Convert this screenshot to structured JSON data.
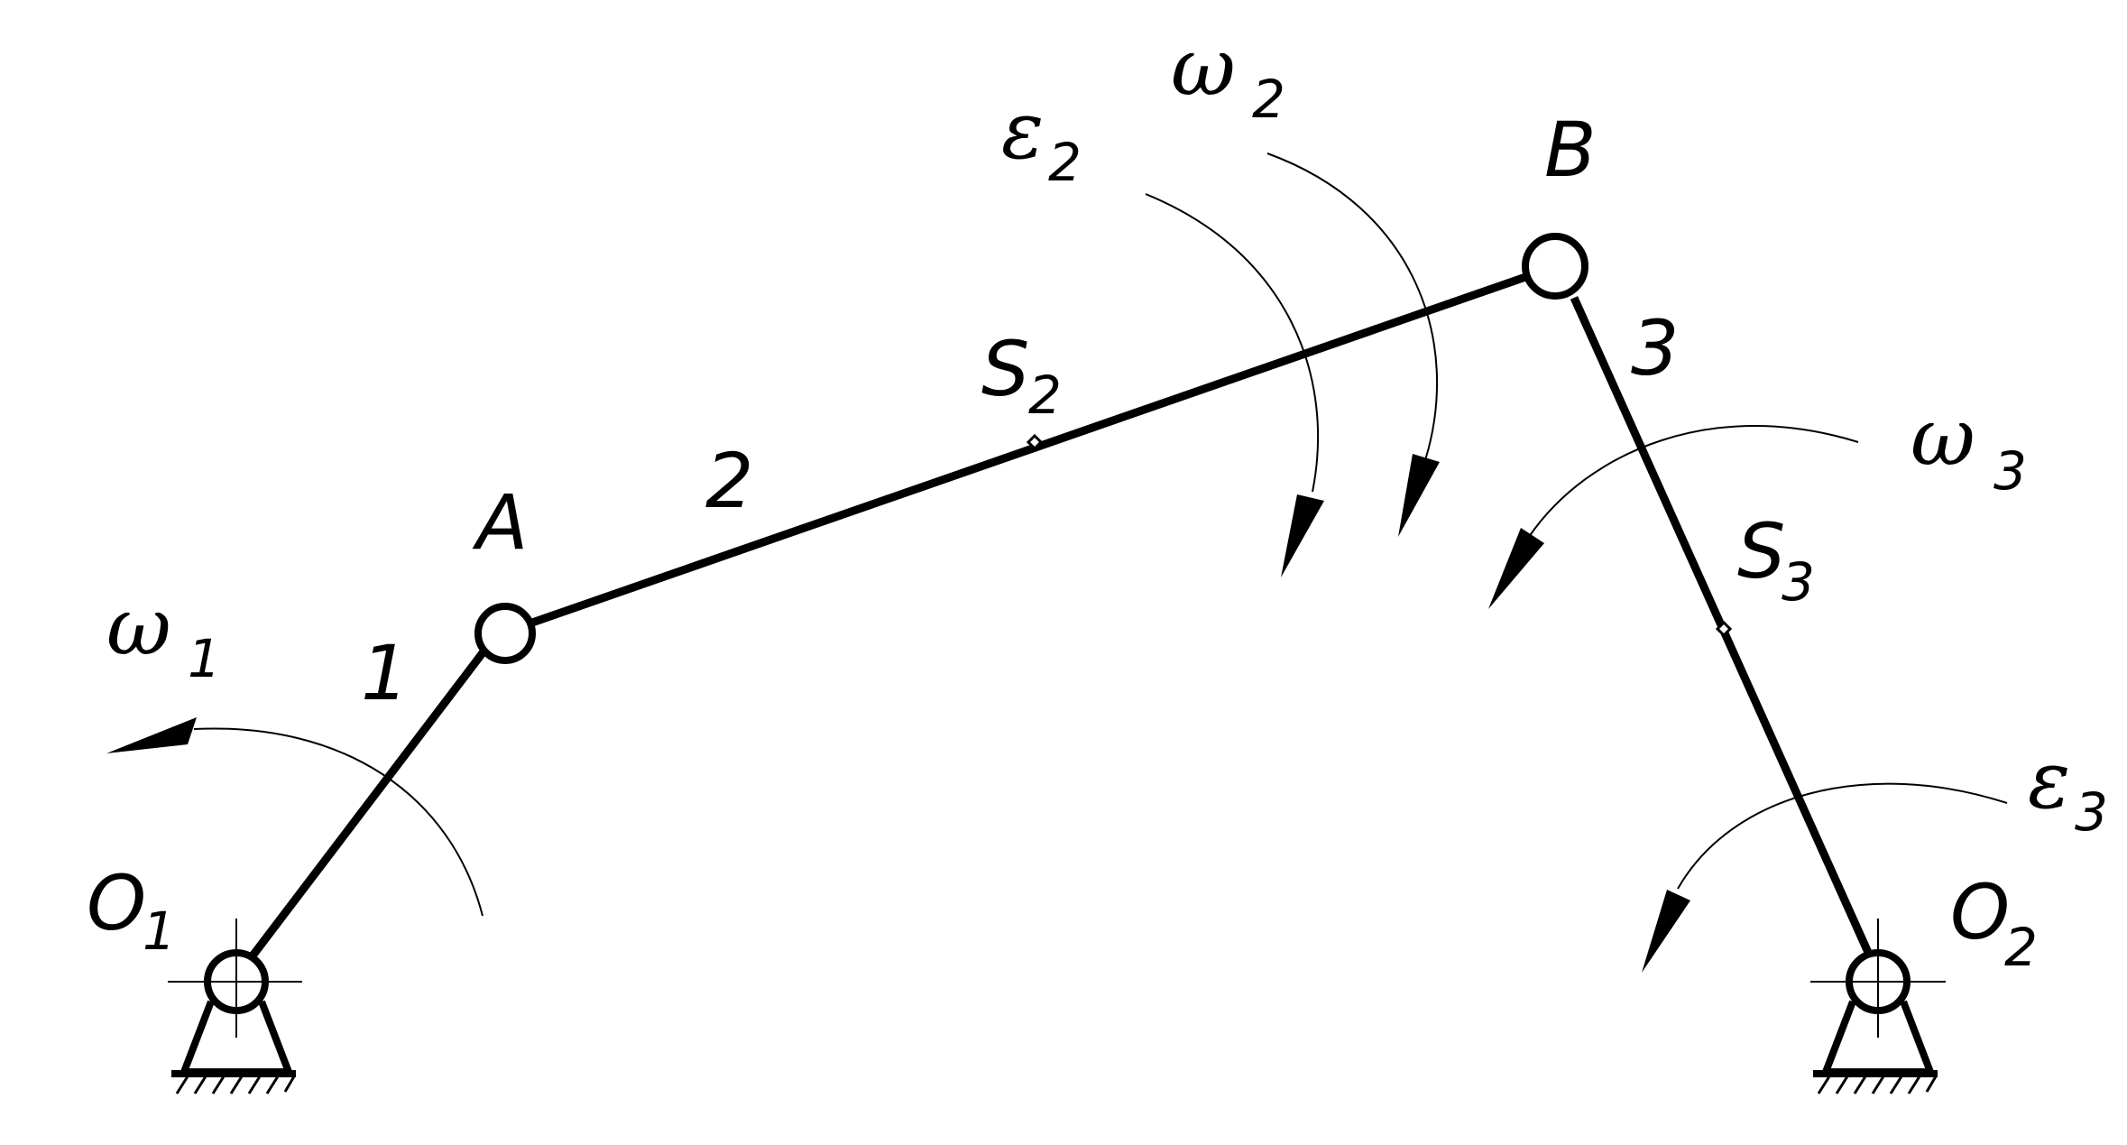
{
  "diagram": {
    "labels": {
      "point_A": "A",
      "point_B": "B",
      "pivot_O1": "O",
      "pivot_O1_sub": "1",
      "pivot_O2": "O",
      "pivot_O2_sub": "2",
      "link_1": "1",
      "link_2": "2",
      "link_3": "3",
      "center_S2": "S",
      "center_S2_sub": "2",
      "center_S3": "S",
      "center_S3_sub": "3",
      "omega": "ω",
      "epsilon": "ε",
      "omega1_sub": "1",
      "omega2_sub": "2",
      "omega3_sub": "3",
      "eps2_sub": "2",
      "eps3_sub": "3"
    },
    "line_color": "#000000",
    "background": "#ffffff"
  }
}
